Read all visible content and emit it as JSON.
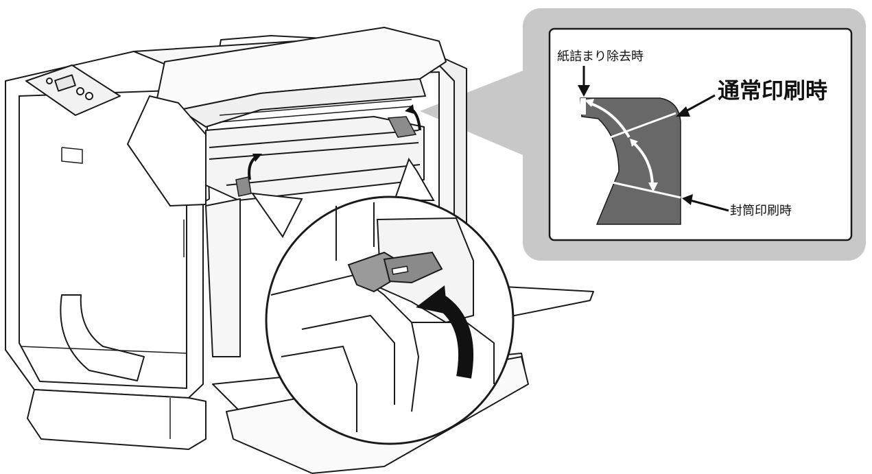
{
  "inset": {
    "label_jam_clearing": "紙詰まり除去時",
    "label_normal_printing": "通常印刷時",
    "label_envelope_printing": "封筒印刷時"
  },
  "colors": {
    "callout_gray": "#c8c8c8",
    "lever_dark": "#6a6a6a",
    "lever_light": "#9a9a9a",
    "line": "#1a1a1a"
  }
}
